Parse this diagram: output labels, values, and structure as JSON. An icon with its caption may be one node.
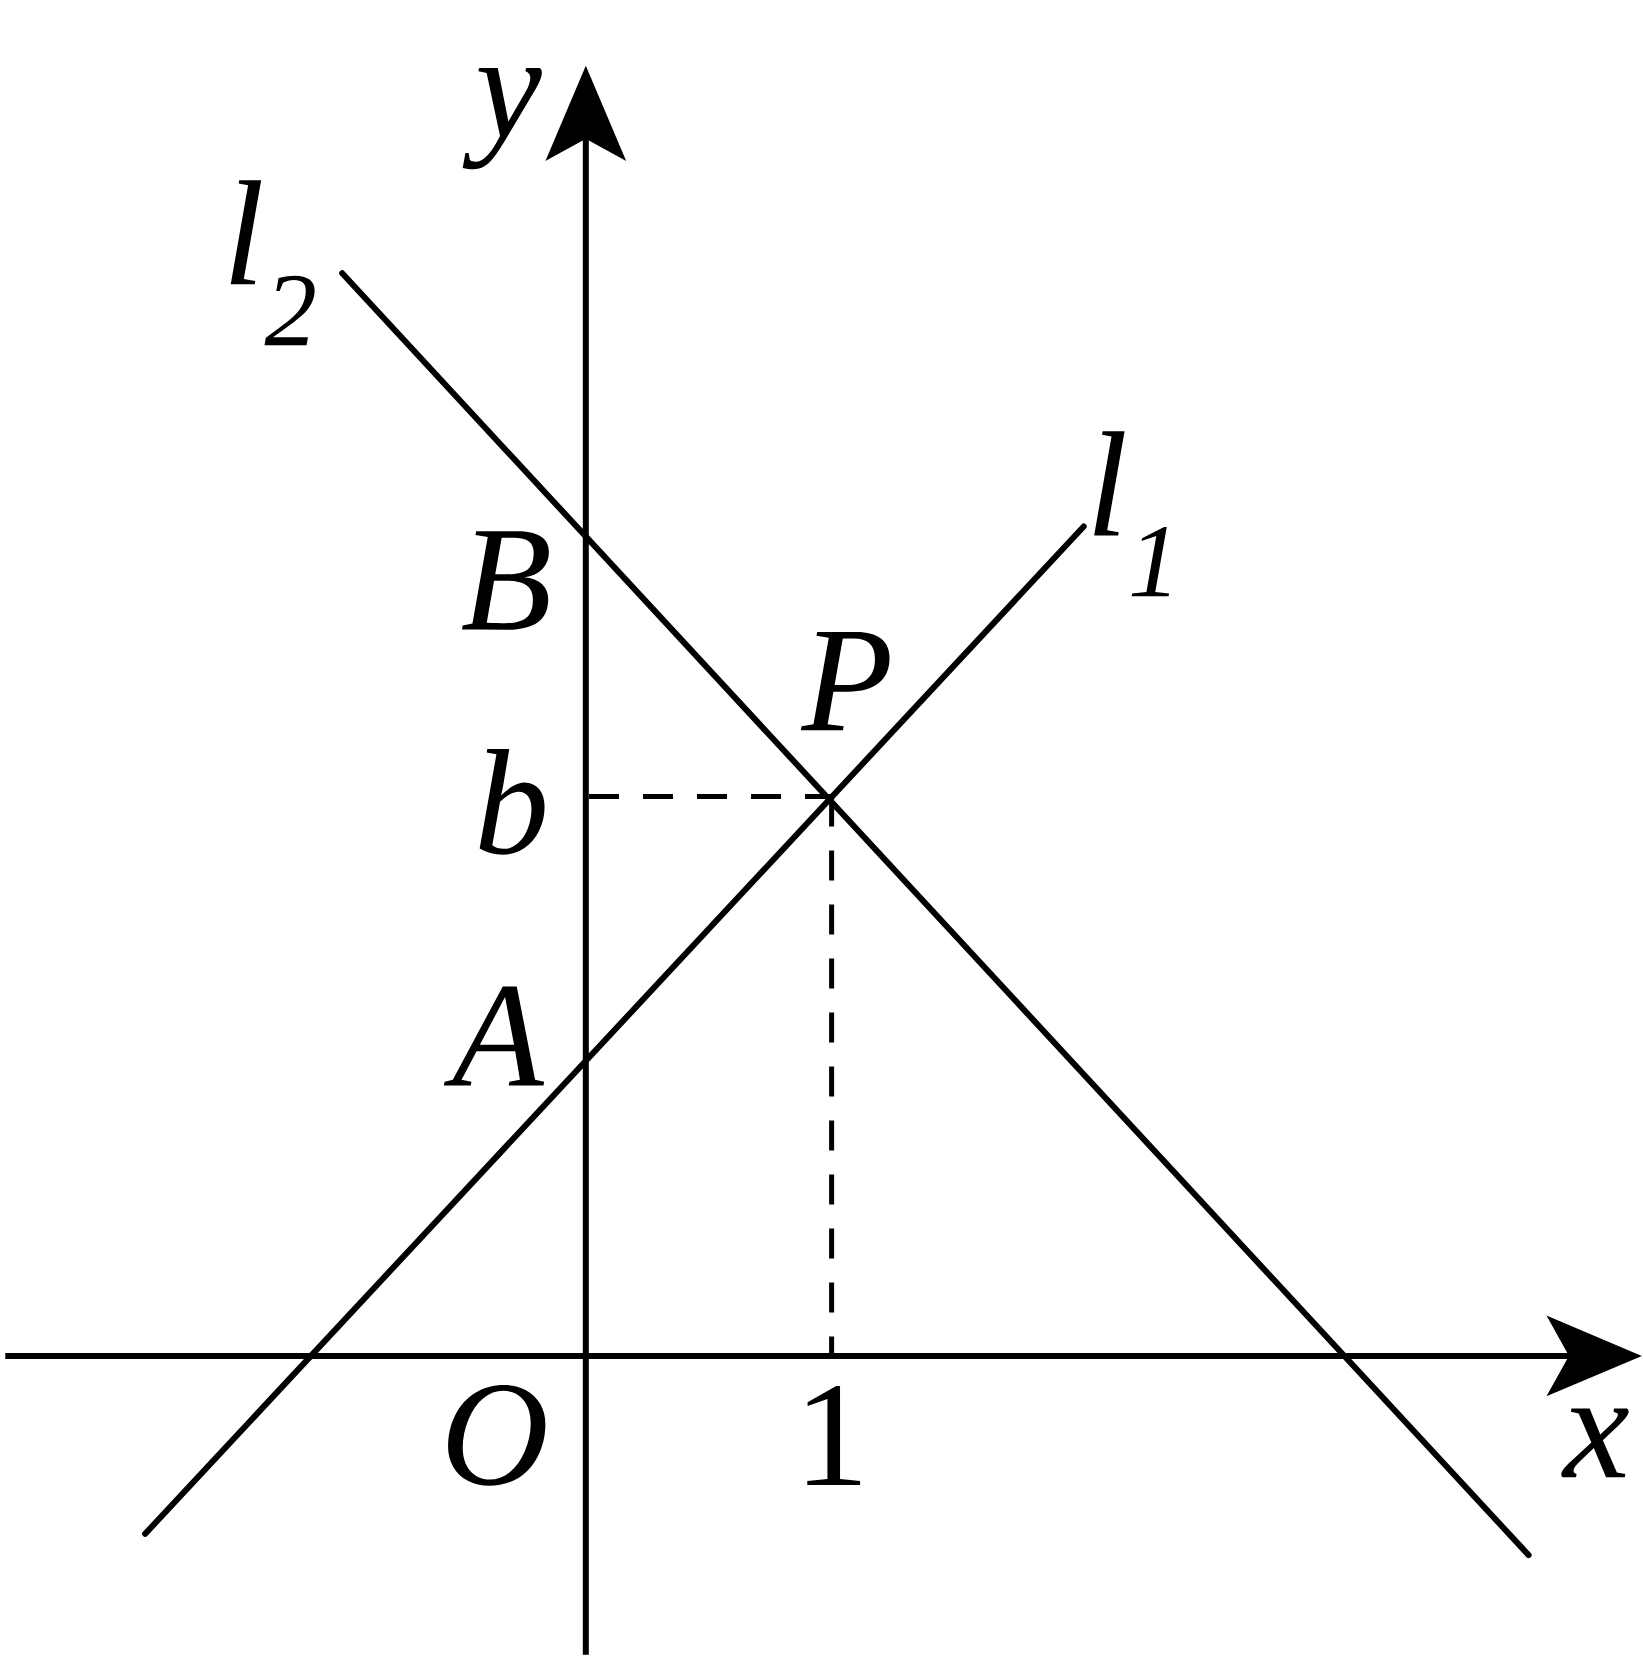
{
  "diagram": {
    "labels": [
      "y",
      "l$_{2}$",
      "l$_{1}$",
      "B",
      "P",
      "b",
      "A",
      "O",
      "1",
      "x"
    ]
  }
}
